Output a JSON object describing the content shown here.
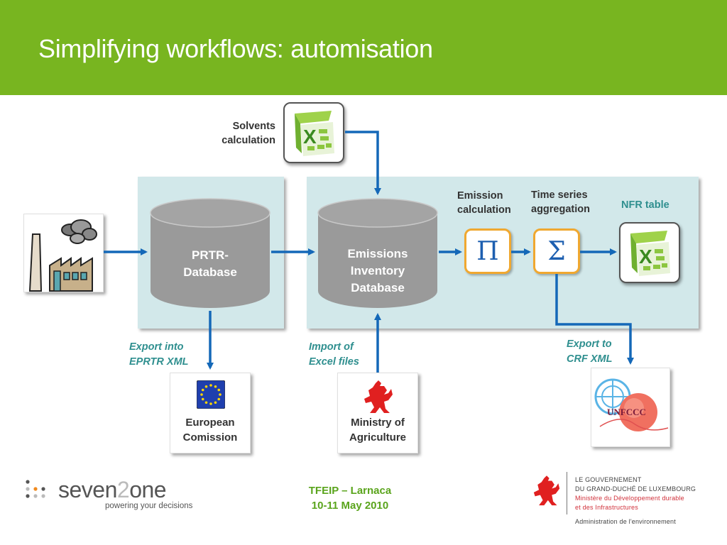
{
  "slide": {
    "title": "Simplifying workflows: automisation",
    "header_color": "#78b520"
  },
  "diagram": {
    "source": {
      "icon": "factory-icon"
    },
    "solvents": {
      "label_line1": "Solvents",
      "label_line2": "calculation",
      "icon": "excel-icon"
    },
    "prtr_db": {
      "label_line1": "PRTR-",
      "label_line2": "Database",
      "icon": "database-icon"
    },
    "emissions_db": {
      "label_line1": "Emissions",
      "label_line2": "Inventory",
      "label_line3": "Database",
      "icon": "database-icon"
    },
    "emission_calc": {
      "label_line1": "Emission",
      "label_line2": "calculation",
      "symbol": "Π"
    },
    "time_series": {
      "label_line1": "Time series",
      "label_line2": "aggregation",
      "symbol": "Σ"
    },
    "nfr_table": {
      "label": "NFR table",
      "icon": "excel-icon"
    },
    "exports": {
      "eprtr_line1": "Export into",
      "eprtr_line2": "EPRTR XML",
      "excel_import_line1": "Import of",
      "excel_import_line2": "Excel files",
      "crf_line1": "Export to",
      "crf_line2": "CRF XML"
    },
    "targets": {
      "eu_line1": "European",
      "eu_line2": "Comission",
      "eu_icon": "eu-flag-icon",
      "ministry_line1": "Ministry of",
      "ministry_line2": "Agriculture",
      "ministry_icon": "red-lion-icon",
      "unfccc_icon": "unfccc-logo-icon",
      "unfccc_text": "UNFCCC"
    },
    "colors": {
      "arrow": "#1468b8",
      "panel": "#d2e8ea",
      "database": "#9a9a9a",
      "operator_border": "#f0a830",
      "italic_label": "#2f8f8f"
    }
  },
  "footer": {
    "company_name_part1": "seven",
    "company_name_part2": "2",
    "company_name_part3": "one",
    "company_tagline": "powering your decisions",
    "event_line1": "TFEIP – Larnaca",
    "event_line2": "10-11 May 2010",
    "gov_line1": "LE GOUVERNEMENT",
    "gov_line2": "DU GRAND-DUCHÉ DE LUXEMBOURG",
    "gov_line3": "Ministère du Développement durable",
    "gov_line4": "et des Infrastructures",
    "gov_line5": "Administration de l'environnement"
  }
}
